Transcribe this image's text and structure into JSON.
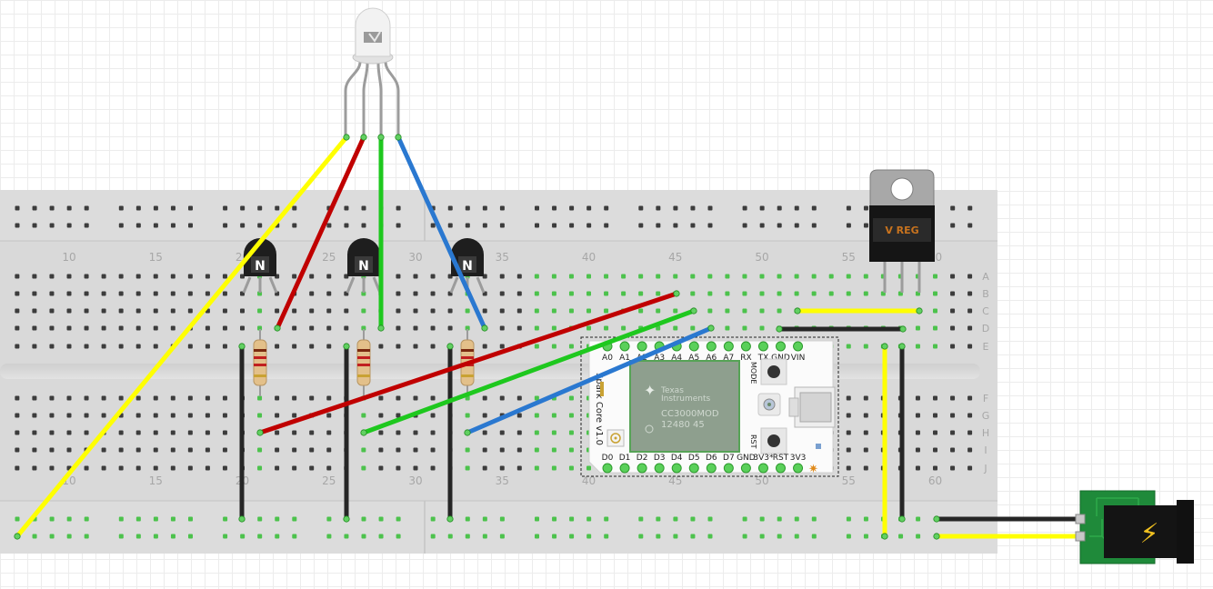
{
  "breadboard": {
    "column_numbers": [
      "10",
      "15",
      "20",
      "25",
      "30",
      "35",
      "40",
      "45",
      "50",
      "55",
      "60"
    ],
    "row_letters_top": [
      "A",
      "B",
      "C",
      "D",
      "E"
    ],
    "row_letters_bottom": [
      "F",
      "G",
      "H",
      "I",
      "J"
    ]
  },
  "transistor_mark": "N",
  "regulator": {
    "label": "V REG"
  },
  "spark_core": {
    "board_label": "Spark Core v1.0",
    "top_pins": [
      "A0",
      "A1",
      "A2",
      "A3",
      "A4",
      "A5",
      "A6",
      "A7",
      "RX",
      "TX",
      "GND",
      "VIN"
    ],
    "bottom_pins": [
      "D0",
      "D1",
      "D2",
      "D3",
      "D4",
      "D5",
      "D6",
      "D7",
      "GND",
      "3V3*",
      "RST",
      "3V3"
    ],
    "mode_label": "MODE",
    "rst_label": "RST",
    "ti_line1": "Texas",
    "ti_line2": "Instruments",
    "module_line1": "CC3000MOD",
    "module_line2": "12480 45"
  },
  "power_jack": {
    "symbol": "⚡"
  },
  "colors": {
    "board": "#d8d8d8",
    "hole": "#3c3c3c",
    "hole_connected": "#4cc24c",
    "wire_yellow": "#ffff00",
    "wire_red": "#c00000",
    "wire_green": "#1ec81e",
    "wire_blue": "#2a78d0",
    "wire_black": "#262626"
  }
}
